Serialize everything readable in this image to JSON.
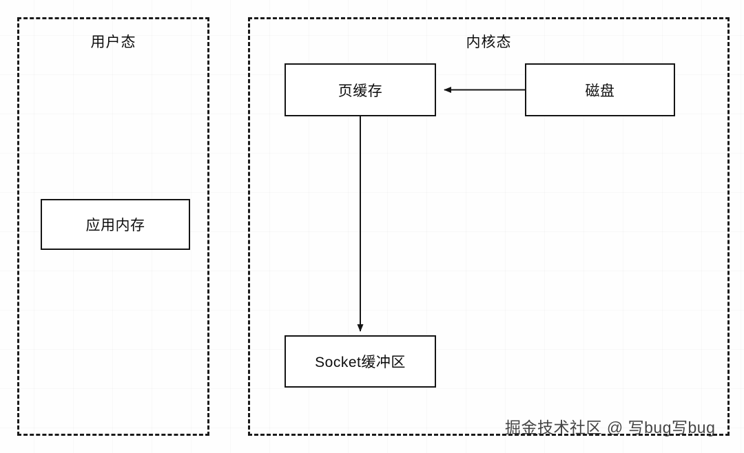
{
  "diagram": {
    "title": "zero-copy page cache diagram",
    "panels": [
      {
        "id": "user",
        "label": "用户态"
      },
      {
        "id": "kernel",
        "label": "内核态"
      }
    ],
    "nodes": [
      {
        "id": "app-memory",
        "label": "应用内存"
      },
      {
        "id": "page-cache",
        "label": "页缓存"
      },
      {
        "id": "disk",
        "label": "磁盘"
      },
      {
        "id": "socket-buffer",
        "label": "Socket缓冲区"
      }
    ],
    "edges": [
      {
        "id": "disk-to-page-cache",
        "from": "磁盘",
        "to": "页缓存",
        "direction": "left",
        "label": ""
      },
      {
        "id": "page-cache-to-socket-buffer",
        "from": "页缓存",
        "to": "Socket缓冲区",
        "direction": "down",
        "label": ""
      }
    ],
    "watermark": "掘金技术社区 @ 写bug写bug",
    "colors": {
      "stroke": "#141414",
      "panel_stroke": "#1a1a1a",
      "background": "#fefefe",
      "text": "#0d0d0d"
    }
  }
}
